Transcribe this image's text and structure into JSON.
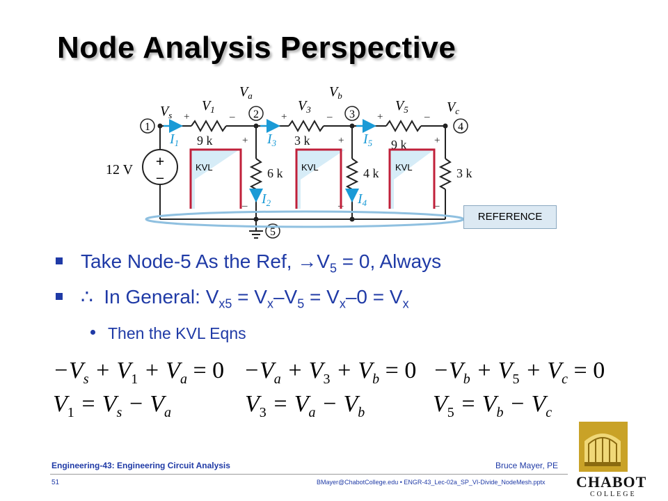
{
  "slide": {
    "title": "Node Analysis Perspective"
  },
  "circuit": {
    "node_labels": [
      "1",
      "2",
      "3",
      "4",
      "5"
    ],
    "voltage_labels": {
      "va": "V",
      "va_sub": "a",
      "vb": "V",
      "vb_sub": "b",
      "vs": "V",
      "vs_sub": "s",
      "vc": "V",
      "vc_sub": "c"
    },
    "source": "12 V",
    "resistors": {
      "r1": "9 k",
      "r3": "3 k",
      "r5": "9 k",
      "r2": "6 k",
      "r4": "4 k",
      "r6": "3 k"
    },
    "drops": {
      "v1": "V",
      "v1_sub": "1",
      "v3": "V",
      "v3_sub": "3",
      "v5": "V",
      "v5_sub": "5"
    },
    "currents": {
      "i1": "I",
      "i1_sub": "1",
      "i2": "I",
      "i2_sub": "2",
      "i3": "I",
      "i3_sub": "3",
      "i4": "I",
      "i4_sub": "4",
      "i5": "I",
      "i5_sub": "5"
    },
    "kvl_labels": [
      "KVL",
      "KVL",
      "KVL"
    ],
    "plus": "+",
    "minus": "–",
    "reference_label": "REFERENCE"
  },
  "bullets": {
    "b1": {
      "pre": "Take Node-5 As the Ref, →V",
      "sub": "5",
      "post": " = 0, Always"
    },
    "b2": {
      "therefore": "∴",
      "text_a": "In General: V",
      "sub_a": "x5",
      "text_b": " = V",
      "sub_b": "x",
      "text_c": "–V",
      "sub_c": "5",
      "text_d": " = V",
      "sub_d": "x",
      "text_e": "–0 = V",
      "sub_e": "x"
    },
    "b3": "Then the KVL Eqns"
  },
  "equations": {
    "row1": [
      {
        "a": "−V",
        "as": "s",
        "b": " + V",
        "bs": "1",
        "c": " + V",
        "cs": "a",
        "d": " = 0"
      },
      {
        "a": "−V",
        "as": "a",
        "b": " + V",
        "bs": "3",
        "c": " + V",
        "cs": "b",
        "d": " = 0"
      },
      {
        "a": "−V",
        "as": "b",
        "b": " + V",
        "bs": "5",
        "c": " + V",
        "cs": "c",
        "d": " = 0"
      }
    ],
    "row2": [
      {
        "a": "V",
        "as": "1",
        "b": " = V",
        "bs": "s",
        "c": " − V",
        "cs": "a"
      },
      {
        "a": "V",
        "as": "3",
        "b": " = V",
        "bs": "a",
        "c": " − V",
        "cs": "b"
      },
      {
        "a": "V",
        "as": "5",
        "b": " = V",
        "bs": "b",
        "c": " − V",
        "cs": "c"
      }
    ]
  },
  "footer": {
    "course": "Engineering-43: Engineering Circuit Analysis",
    "author": "Bruce Mayer, PE",
    "page": "51",
    "file": "BMayer@ChabotCollege.edu  •  ENGR-43_Lec-02a_SP_VI-Divide_NodeMesh.pptx"
  },
  "logo": {
    "name": "CHABOT",
    "sub": "COLLEGE"
  },
  "colors": {
    "bullet_blue": "#1f3aa6",
    "current_blue": "#1a9ad6",
    "kvl_red": "#c0203a",
    "kvl_fill": "#d6ecf7"
  }
}
